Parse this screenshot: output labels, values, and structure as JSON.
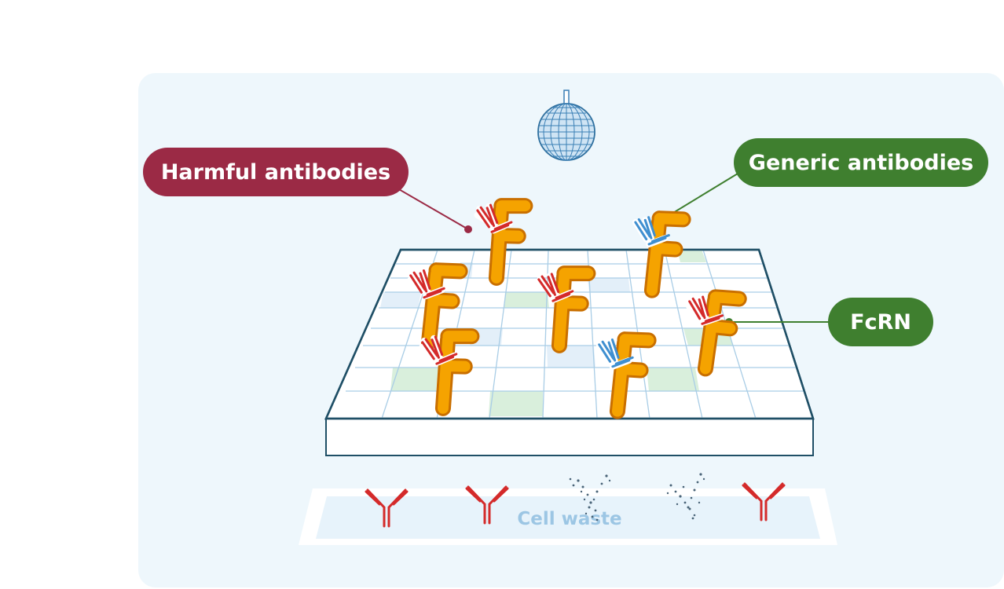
{
  "labels": {
    "harmful": "Harmful antibodies",
    "generic": "Generic antibodies",
    "fcrn": "FcRN"
  },
  "waste_tray": {
    "text": "Cell waste"
  },
  "icons": {
    "nanoparticle": "mesh-sphere-icon",
    "harmful_antibody": "red-antibody-icon",
    "generic_antibody": "blue-antibody-icon",
    "receptor": "orange-fcrn-receptor-icon",
    "degraded_antibody": "degraded-antibody-icon"
  },
  "colors": {
    "harmful": "#9b2a45",
    "generic": "#3f7f2f",
    "antibody_red": "#d42a2a",
    "antibody_blue": "#3f8fd0",
    "receptor": "#f5a300",
    "grid_line": "#1f4f66",
    "panel_bg": "#eef7fc",
    "tray_text": "#9cc6e4"
  }
}
